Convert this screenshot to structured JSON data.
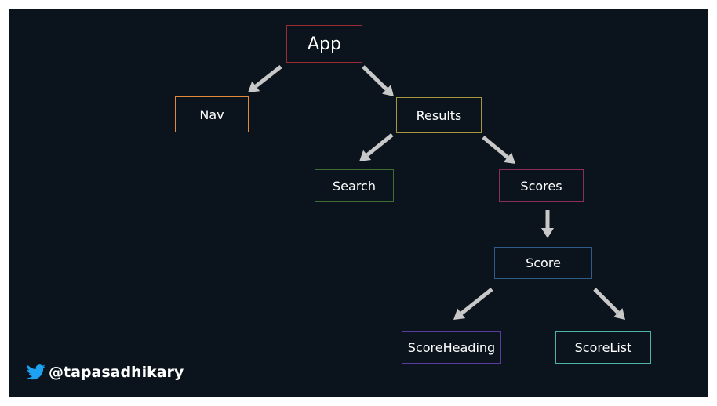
{
  "diagram": {
    "nodes": [
      {
        "id": "app",
        "label": "App",
        "color": "#9c2b33"
      },
      {
        "id": "nav",
        "label": "Nav",
        "color": "#e58a3a"
      },
      {
        "id": "results",
        "label": "Results",
        "color": "#a6973e"
      },
      {
        "id": "search",
        "label": "Search",
        "color": "#3f6e35"
      },
      {
        "id": "scores",
        "label": "Scores",
        "color": "#8a2f55"
      },
      {
        "id": "score",
        "label": "Score",
        "color": "#2f5d87"
      },
      {
        "id": "scoreheading",
        "label": "ScoreHeading",
        "color": "#5c3b9e"
      },
      {
        "id": "scorelist",
        "label": "ScoreList",
        "color": "#4fb3ad"
      }
    ],
    "edges": [
      {
        "from": "app",
        "to": "nav"
      },
      {
        "from": "app",
        "to": "results"
      },
      {
        "from": "results",
        "to": "search"
      },
      {
        "from": "results",
        "to": "scores"
      },
      {
        "from": "scores",
        "to": "score"
      },
      {
        "from": "score",
        "to": "scoreheading"
      },
      {
        "from": "score",
        "to": "scorelist"
      }
    ],
    "arrow_color": "#c8c8c8"
  },
  "footer": {
    "twitter_handle": "@tapasadhikary",
    "icon": "twitter-bird-icon",
    "icon_color": "#1da1f2"
  }
}
